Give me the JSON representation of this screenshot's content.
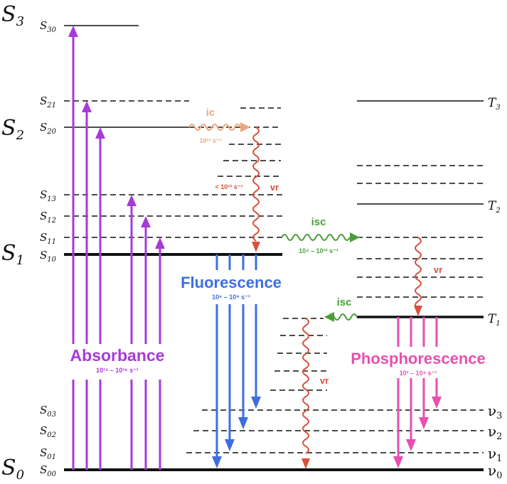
{
  "states": {
    "S3": "S3",
    "S2": "S2",
    "S1": "S1",
    "S0": "S0"
  },
  "levels": {
    "S30": "S30",
    "S21": "S21",
    "S20": "S20",
    "S13": "S13",
    "S12": "S12",
    "S11": "S11",
    "S10": "S10",
    "S03": "S03",
    "S02": "S02",
    "S01": "S01",
    "S00": "S00",
    "T3": "T3",
    "T2": "T2",
    "T1": "T1",
    "v3": "ν3",
    "v2": "ν2",
    "v1": "ν1",
    "v0": "ν0"
  },
  "processes": {
    "absorbance": {
      "label": "Absorbance",
      "rate": "10¹⁵ – 10¹⁶ s⁻¹"
    },
    "fluorescence": {
      "label": "Fluorescence",
      "rate": "10⁶ – 10⁹ s⁻¹"
    },
    "phosphorescence": {
      "label": "Phosphorescence",
      "rate": "10² – 10⁴ s⁻¹"
    },
    "ic": {
      "label": "ic",
      "rate": "10¹² s⁻¹"
    },
    "vr_s2": {
      "label": "vr",
      "rate": "< 10¹² s⁻¹"
    },
    "vr_t": {
      "label": "vr"
    },
    "vr_s0": {
      "label": "vr"
    },
    "isc1": {
      "label": "isc",
      "rate": "10⁴ – 10¹² s⁻¹"
    },
    "isc2": {
      "label": "isc"
    }
  },
  "colors": {
    "absorbance": "#a63bd8",
    "fluorescence": "#3d6fe0",
    "phosphorescence": "#e84fb0",
    "vr": "#d9503c",
    "isc": "#4a9e3a",
    "ic": "#f0a57c"
  }
}
